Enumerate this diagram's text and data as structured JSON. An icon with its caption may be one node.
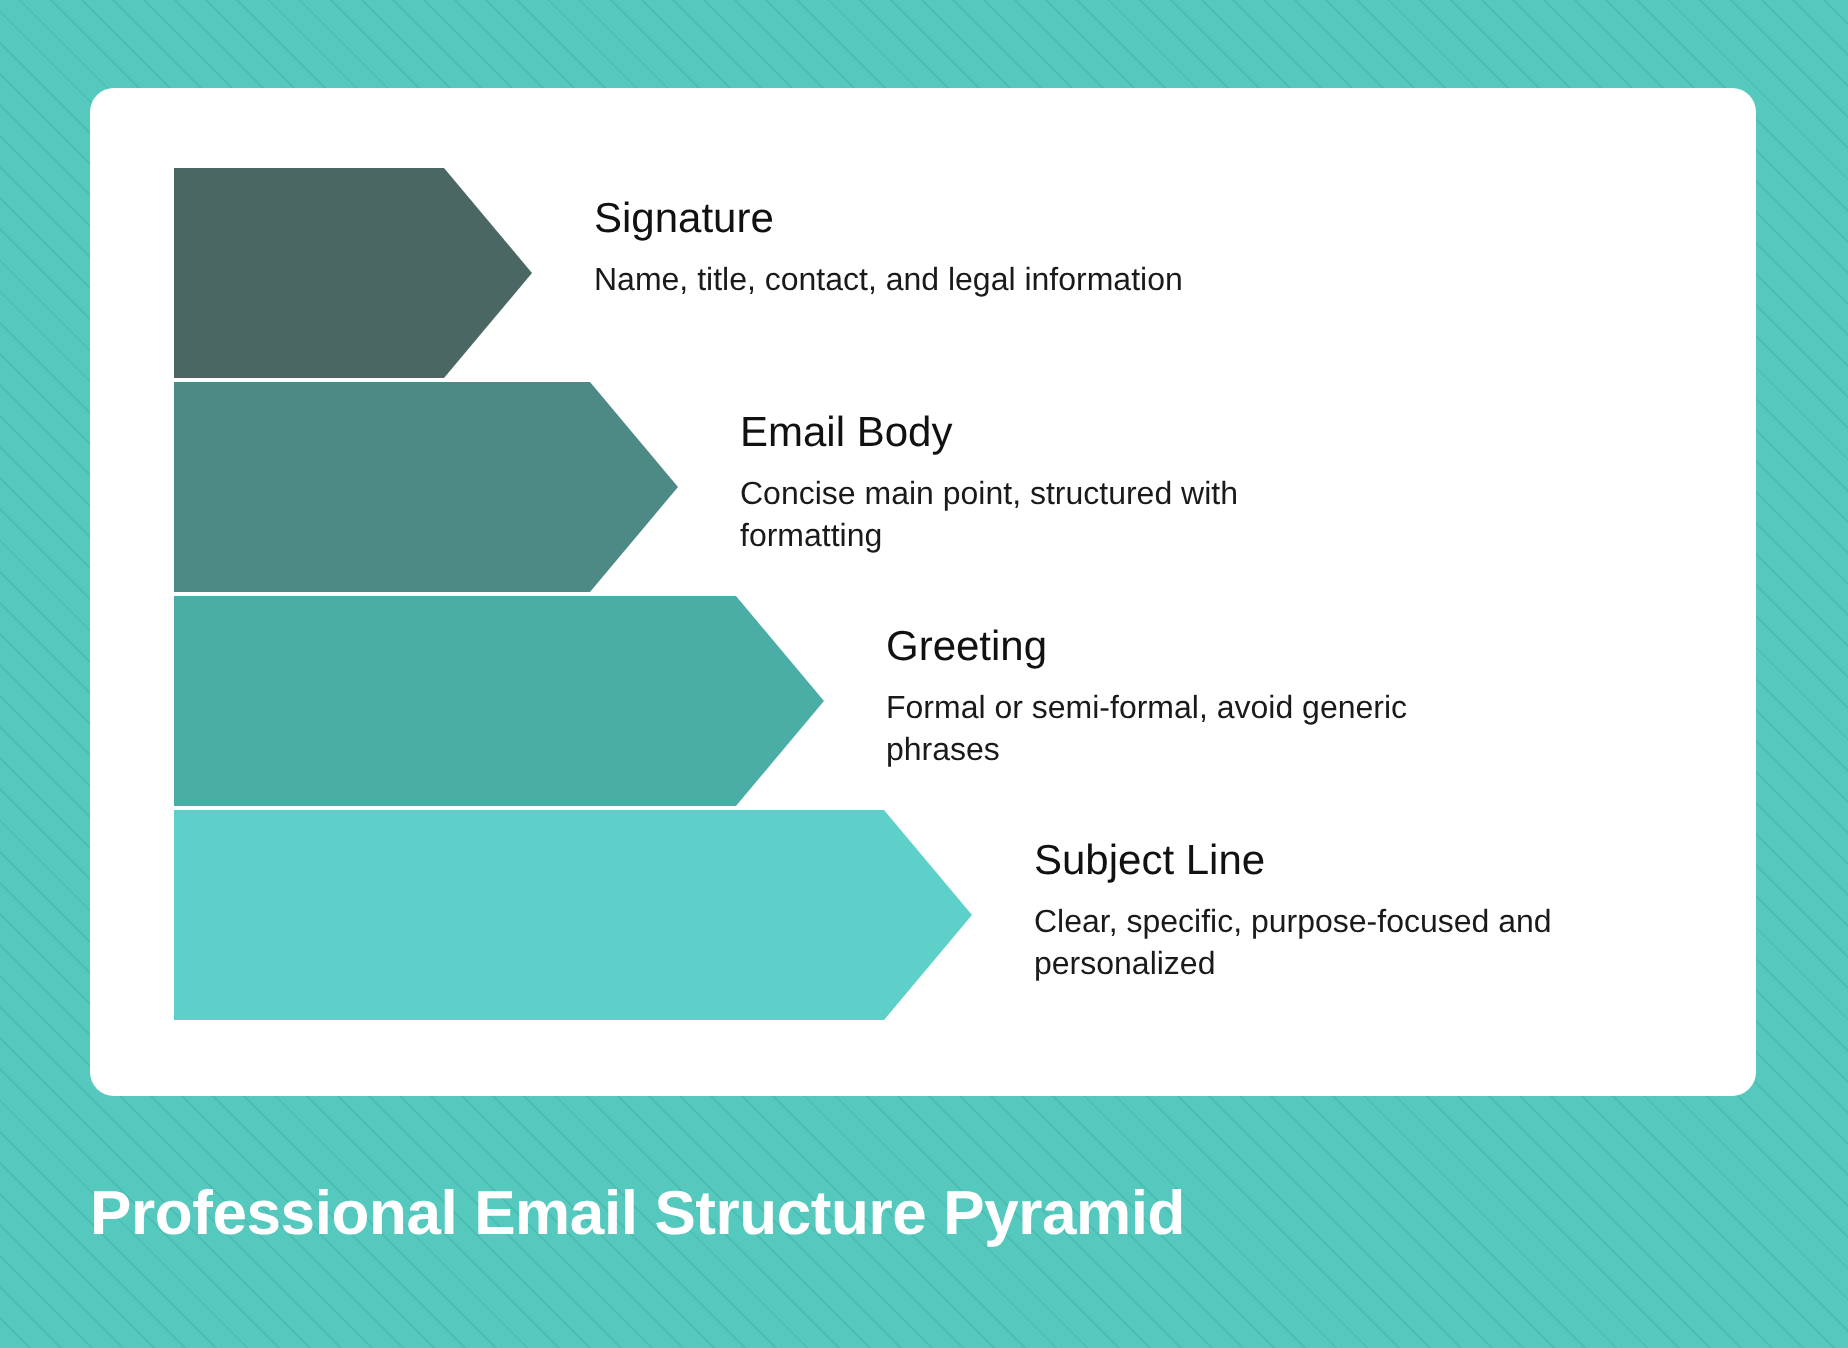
{
  "diagram": {
    "title": "Professional Email Structure Pyramid",
    "nodes": [
      {
        "text": [
          "Signature",
          "Name, title, contact, and legal information"
        ]
      },
      {
        "text": [
          "Email Body",
          "Concise main point, structured with formatting"
        ]
      },
      {
        "text": [
          "Greeting",
          "Formal or semi-formal, avoid generic phrases"
        ]
      },
      {
        "text": [
          "Subject Line",
          "Clear, specific, purpose-focused and personalized"
        ]
      }
    ]
  }
}
